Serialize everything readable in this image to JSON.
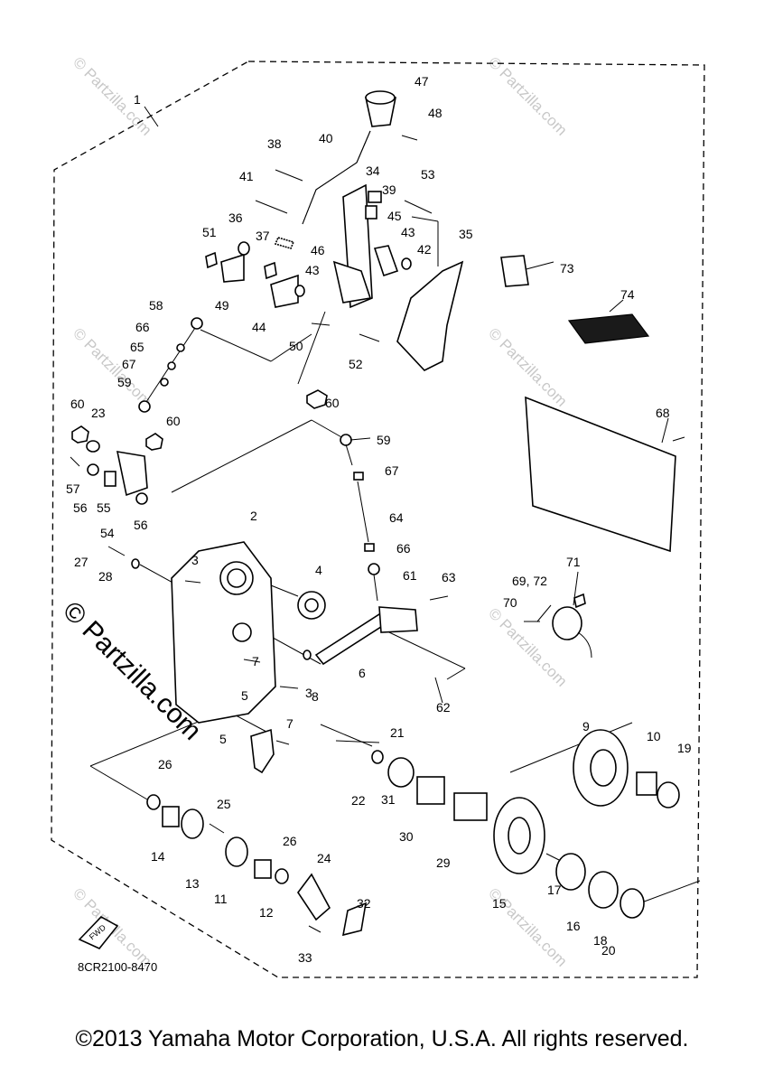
{
  "callouts": [
    "1",
    "2",
    "3",
    "3",
    "4",
    "5",
    "5",
    "6",
    "7",
    "7",
    "8",
    "9",
    "10",
    "11",
    "12",
    "13",
    "14",
    "15",
    "16",
    "17",
    "18",
    "19",
    "20",
    "21",
    "22",
    "23",
    "24",
    "25",
    "26",
    "26",
    "27",
    "28",
    "29",
    "30",
    "31",
    "32",
    "33",
    "34",
    "35",
    "36",
    "37",
    "38",
    "39",
    "40",
    "41",
    "42",
    "43",
    "43",
    "44",
    "45",
    "46",
    "47",
    "48",
    "49",
    "50",
    "51",
    "52",
    "53",
    "54",
    "55",
    "56",
    "56",
    "57",
    "58",
    "59",
    "59",
    "60",
    "60",
    "60",
    "61",
    "62",
    "63",
    "64",
    "65",
    "66",
    "66",
    "67",
    "67",
    "68",
    "69, 72",
    "70",
    "71",
    "73",
    "74"
  ],
  "fwd_label": "FWD",
  "part_code": "8CR2100-8470",
  "watermark": "© Partzilla.com",
  "copyright": "©2013 Yamaha Motor Corporation, U.S.A. All rights reserved."
}
